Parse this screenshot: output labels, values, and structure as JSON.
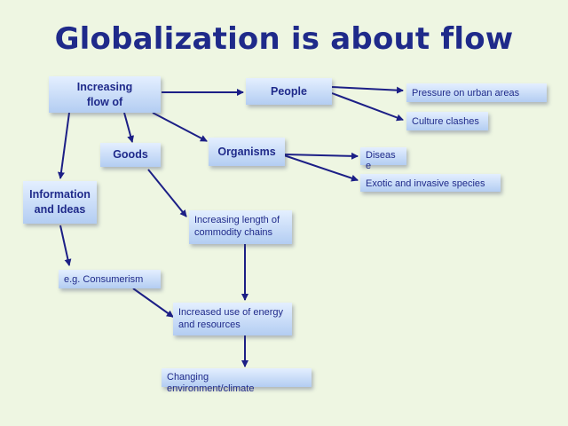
{
  "title": "Globalization is about flow",
  "nodes": {
    "increasing": "Increasing flow of",
    "people": "People",
    "pressure": "Pressure on urban areas",
    "culture": "Culture clashes",
    "goods": "Goods",
    "organisms": "Organisms",
    "disease": "Diseas e",
    "exotic": "Exotic and invasive species",
    "info": "Information and Ideas",
    "commodity": "Increasing length of commodity chains",
    "consumerism": "e.g. Consumerism",
    "energy": "Increased use of energy and resources",
    "climate": "Changing environment/climate"
  },
  "colors": {
    "title": "#1f2a8a",
    "arrow": "#1c1f86",
    "box_top": "#e4efff",
    "box_bottom": "#b3cdf2",
    "background": "#eef6e2"
  }
}
